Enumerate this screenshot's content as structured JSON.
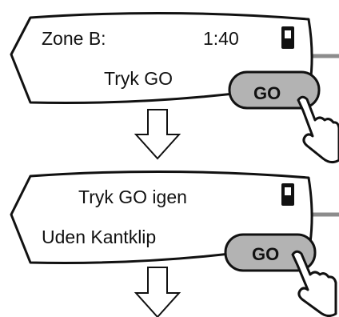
{
  "panel_top": {
    "zone_label": "Zone B:",
    "time": "1:40",
    "instruction": "Tryk GO",
    "go_button_label": "GO",
    "battery_icon": "battery-icon",
    "hand_icon": "pointing-hand-icon"
  },
  "panel_bottom": {
    "line1": "Tryk GO igen",
    "line2": "Uden Kantklip",
    "go_button_label": "GO",
    "battery_icon": "battery-icon",
    "hand_icon": "pointing-hand-icon"
  },
  "arrow_icon": "down-arrow-icon",
  "colors": {
    "outline": "#111111",
    "button_fill": "#b3b3b3",
    "cable": "#8c8c8c"
  }
}
